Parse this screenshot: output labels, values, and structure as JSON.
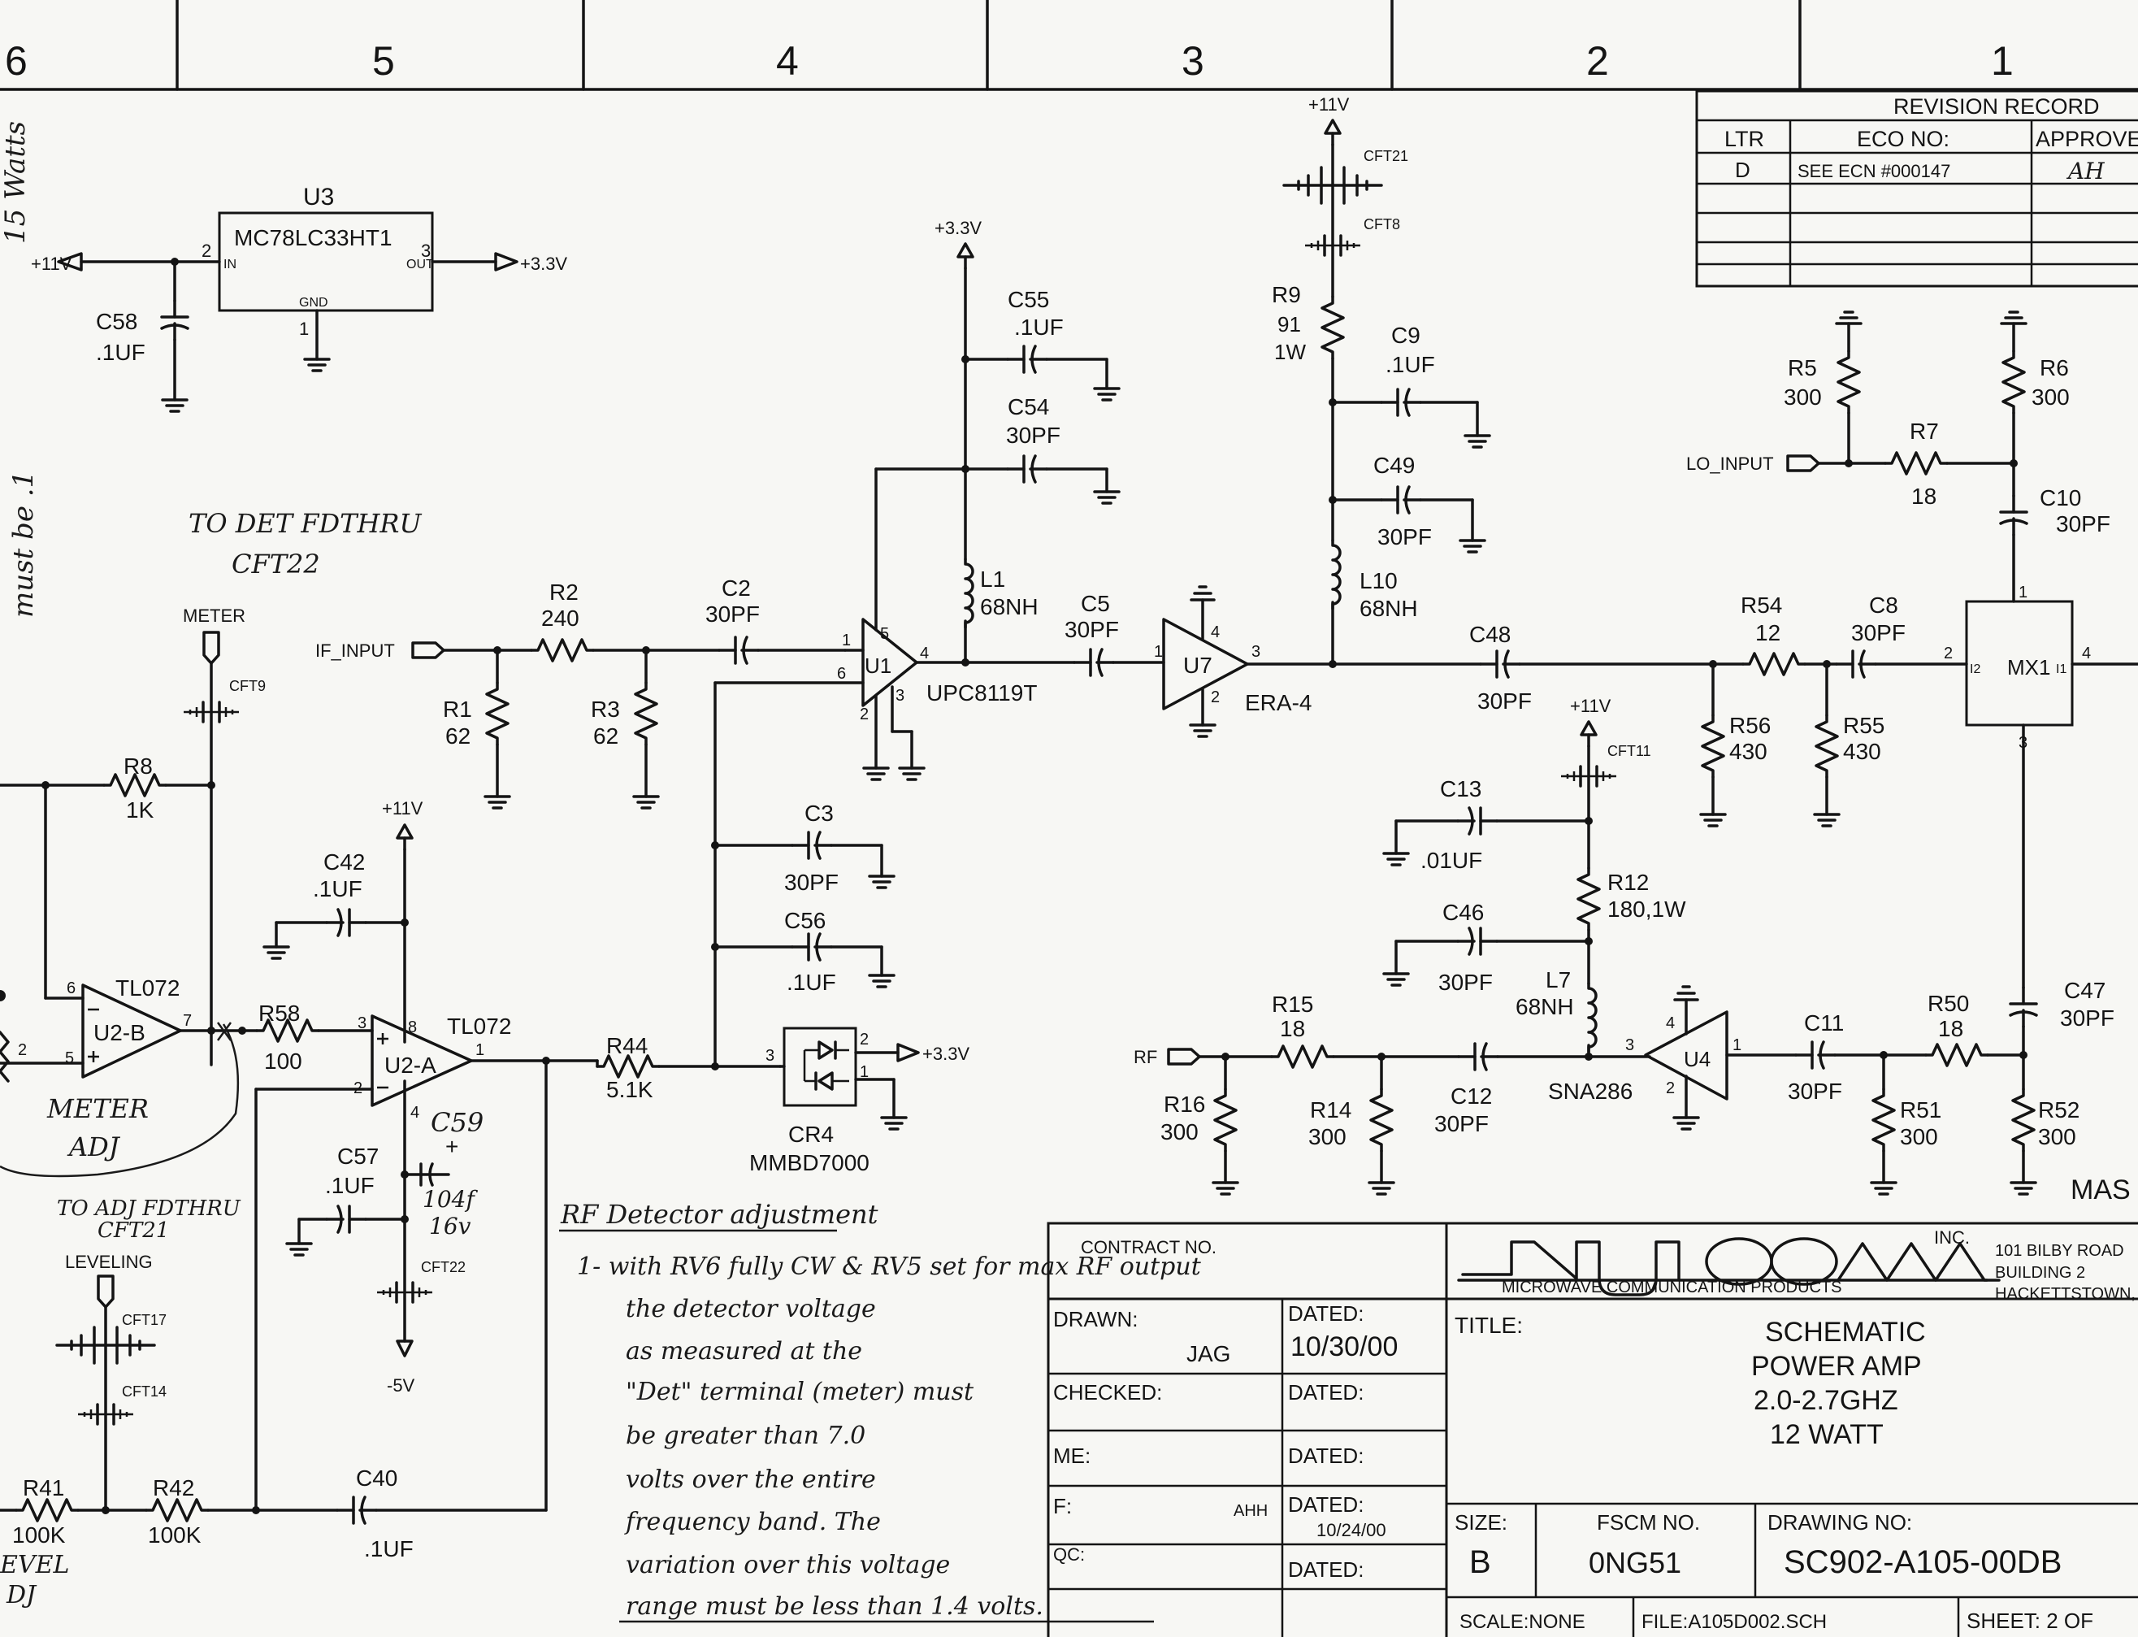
{
  "border": {
    "zones": [
      "6",
      "5",
      "4",
      "3",
      "2",
      "1"
    ]
  },
  "revision": {
    "title": "REVISION RECORD",
    "col_ltr": "LTR",
    "col_eco": "ECO NO:",
    "col_approved": "APPROVED",
    "ltr": "D",
    "eco": "SEE ECN #000147",
    "approval_initials": "AH"
  },
  "parts": {
    "U3": "U3",
    "U3_val": "MC78LC33HT1",
    "U3_in": "IN",
    "U3_out": "OUT",
    "U3_gnd": "GND",
    "U3_pin_in": "2",
    "U3_pin_out": "3",
    "U3_pin_gnd": "1",
    "net_p11": "+11V",
    "net_p33": "+3.3V",
    "net_m5": "-5V",
    "C58": "C58",
    "C58_val": ".1UF",
    "C55": "C55",
    "C55_val": ".1UF",
    "C54": "C54",
    "C54_val": "30PF",
    "L1": "L1",
    "L1_val": "68NH",
    "C2": "C2",
    "C2_val": "30PF",
    "R2": "R2",
    "R2_val": "240",
    "R1": "R1",
    "R1_val": "62",
    "R3": "R3",
    "R3_val": "62",
    "U1": "U1",
    "U1_val": "UPC8119T",
    "U1_p1": "1",
    "U1_p2": "2",
    "U1_p3": "3",
    "U1_p4": "4",
    "U1_p5": "5",
    "U1_p6": "6",
    "C5": "C5",
    "C5_val": "30PF",
    "U7": "U7",
    "U7_val": "ERA-4",
    "U7_p1": "1",
    "U7_p2": "2",
    "U7_p3": "3",
    "U7_p4": "4",
    "CFT21": "CFT21",
    "CFT8": "CFT8",
    "R9": "R9",
    "R9_val": "91",
    "R9_w": "1W",
    "C9": "C9",
    "C9_val": ".1UF",
    "C49": "C49",
    "C49_val": "30PF",
    "L10": "L10",
    "L10_val": "68NH",
    "C48": "C48",
    "C48_val": "30PF",
    "R5": "R5",
    "R5_val": "300",
    "R6": "R6",
    "R6_val": "300",
    "R7": "R7",
    "R7_val": "18",
    "LO_INPUT": "LO_INPUT",
    "C10": "C10",
    "C10_val": "30PF",
    "R54": "R54",
    "R54_val": "12",
    "C8": "C8",
    "C8_val": "30PF",
    "MX1": "MX1",
    "MX1_p1": "1",
    "MX1_p2": "2",
    "MX1_p3": "3",
    "MX1_p4": "4",
    "MX1_i2": "I2",
    "MX1_i1": "I1",
    "R56": "R56",
    "R56_val": "430",
    "R55": "R55",
    "R55_val": "430",
    "CFT11": "CFT11",
    "C13": "C13",
    "C13_val": ".01UF",
    "R12": "R12",
    "R12_val": "180,1W",
    "C46": "C46",
    "C46_val": "30PF",
    "L7": "L7",
    "L7_val": "68NH",
    "R15": "R15",
    "R15_val": "18",
    "RF": "RF",
    "R16": "R16",
    "R16_val": "300",
    "R14": "R14",
    "R14_val": "300",
    "C12": "C12",
    "C12_val": "30PF",
    "U4_val": "SNA286",
    "U4": "U4",
    "U4_p1": "1",
    "U4_p2": "2",
    "U4_p3": "3",
    "U4_p4": "4",
    "C11": "C11",
    "C11_val": "30PF",
    "R50": "R50",
    "R50_val": "18",
    "R51": "R51",
    "R51_val": "300",
    "R52": "R52",
    "R52_val": "300",
    "C47": "C47",
    "C47_val": "30PF",
    "METER": "METER",
    "CFT9": "CFT9",
    "IF_INPUT": "IF_INPUT",
    "R8": "R8",
    "R8_val": "1K",
    "U2B": "U2-B",
    "U2B_val": "TL072",
    "U2B_p5": "5",
    "U2B_p6": "6",
    "U2B_p7": "7",
    "C42": "C42",
    "C42_val": ".1UF",
    "R58": "R58",
    "R58_val": "100",
    "U2A": "U2-A",
    "U2A_val": "TL072",
    "U2A_p1": "1",
    "U2A_p2": "2",
    "U2A_p3": "3",
    "U2A_p4": "4",
    "U2A_p8": "8",
    "C57": "C57",
    "C57_val": ".1UF",
    "C59": "C59",
    "C59_val": "104f",
    "C59_v": "16v",
    "CFT22": "CFT22",
    "R44": "R44",
    "R44_val": "5.1K",
    "C3": "C3",
    "C3_val": "30PF",
    "C56": "C56",
    "C56_val": ".1UF",
    "CR4": "CR4",
    "CR4_val": "MMBD7000",
    "CR4_p1": "1",
    "CR4_p2": "2",
    "CR4_p3": "3",
    "LEVELING": "LEVELING",
    "CFT17": "CFT17",
    "CFT14": "CFT14",
    "R41": "R41",
    "R41_val": "100K",
    "R42": "R42",
    "R42_val": "100K",
    "C40": "C40",
    "C40_val": ".1UF",
    "pot_pin": "2",
    "MAS": "MAS"
  },
  "notes": {
    "n1a": "TO DET FDTHRU",
    "n1b": "CFT22",
    "n2a": "TO ADJ FDTHRU",
    "n2b": "CFT21",
    "meter_adj_a": "METER",
    "meter_adj_b": "ADJ",
    "level_adj_a": "EVEL",
    "level_adj_b": "DJ",
    "margin_a": "must be .1",
    "margin_b": "15 Watts",
    "rf_title": "RF Detector adjustment",
    "rf_lines": [
      "1- with RV6 fully CW & RV5 set for max RF output",
      "the detector voltage",
      "as measured at the",
      "\"Det\" terminal (meter) must",
      "be greater than 7.0",
      "volts over the entire",
      "frequency band. The",
      "variation over this voltage",
      "range must be less than 1.4 volts."
    ]
  },
  "titleblock": {
    "contract": "CONTRACT NO.",
    "logo": "NUCOMM",
    "logo_inc": "INC.",
    "logo_sub": "MICROWAVE COMMUNICATION PRODUCTS",
    "addr1": "101 BILBY ROAD",
    "addr2": "BUILDING 2",
    "addr3": "HACKETTSTOWN, N",
    "drawn_label": "DRAWN:",
    "drawn_by": "JAG",
    "dated_label": "DATED:",
    "drawn_date": "10/30/00",
    "checked_label": "CHECKED:",
    "me_label": "ME:",
    "qf_label": "F:",
    "qf_by": "AHH",
    "qf_date": "10/24/00",
    "qc_label": "QC:",
    "title_label": "TITLE:",
    "title1": "SCHEMATIC",
    "title2": "POWER AMP",
    "title3": "2.0-2.7GHZ",
    "title4": "12 WATT",
    "size_label": "SIZE:",
    "size": "B",
    "fscm_label": "FSCM NO.",
    "fscm": "0NG51",
    "dwg_label": "DRAWING NO:",
    "dwg": "SC902-A105-00DB",
    "scale": "SCALE:NONE",
    "file": "FILE:A105D002.SCH",
    "sheet": "SHEET: 2  OF"
  }
}
